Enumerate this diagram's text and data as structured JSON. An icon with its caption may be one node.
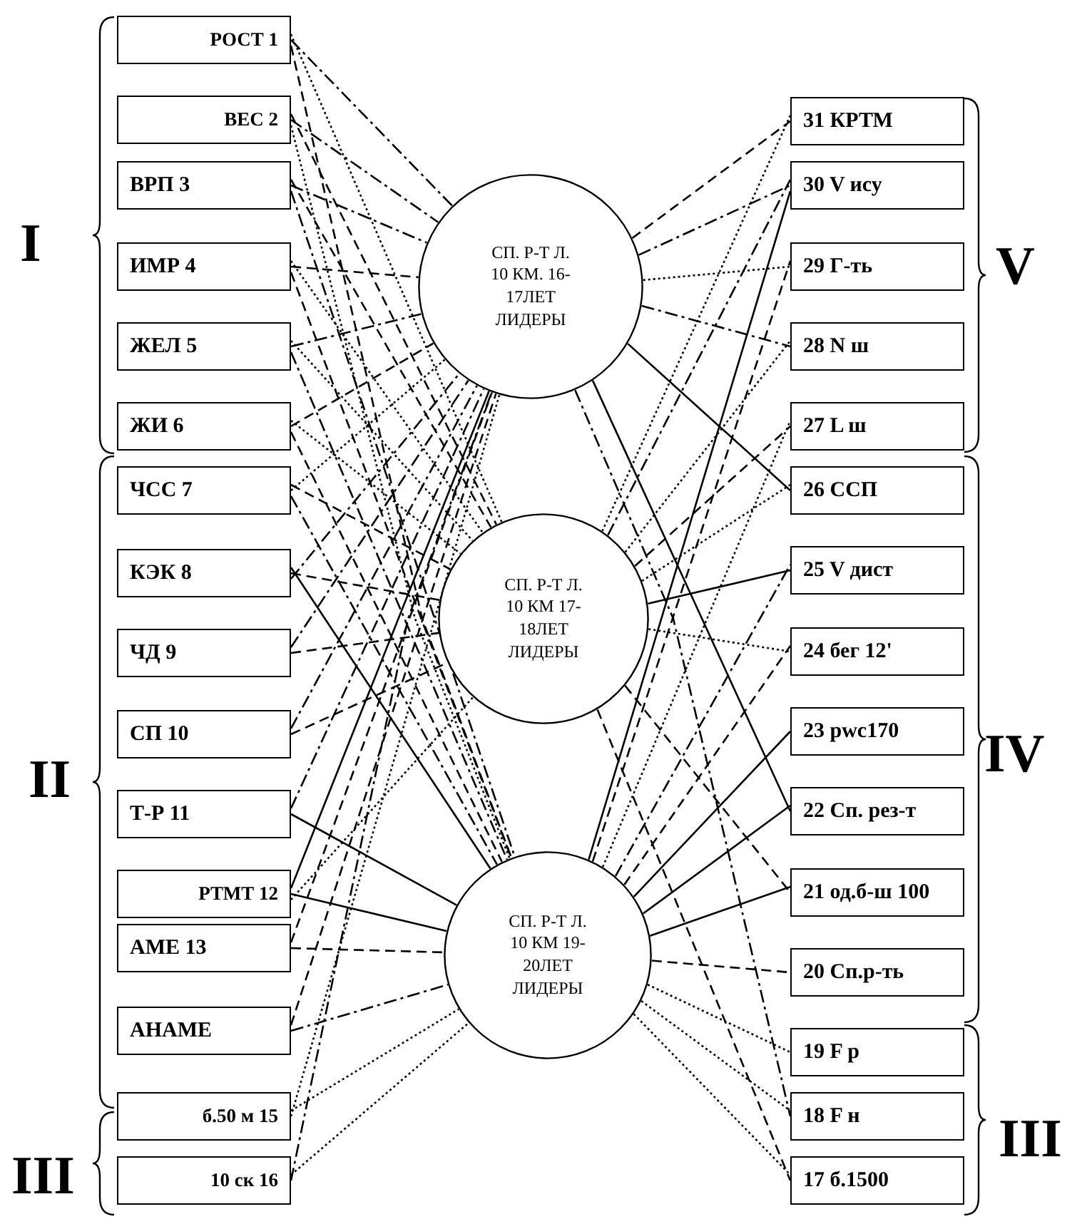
{
  "diagram": {
    "nodes": [
      {
        "text": [
          "РОСТ 1"
        ]
      },
      {
        "text": [
          "ВЕС 2"
        ]
      },
      {
        "text": [
          "ВРП 3"
        ]
      },
      {
        "text": [
          "ИМР 4"
        ]
      },
      {
        "text": [
          "ЖЕЛ 5"
        ]
      },
      {
        "text": [
          "ЖИ 6"
        ]
      },
      {
        "text": [
          "ЧСС 7"
        ]
      },
      {
        "text": [
          "КЭК 8"
        ]
      },
      {
        "text": [
          "ЧД 9"
        ]
      },
      {
        "text": [
          "СП 10"
        ]
      },
      {
        "text": [
          "Т-Р 11"
        ]
      },
      {
        "text": [
          "РТМТ 12"
        ]
      },
      {
        "text": [
          "АМЕ 13"
        ]
      },
      {
        "text": [
          "АНАМЕ"
        ]
      },
      {
        "text": [
          "б.50 м 15"
        ]
      },
      {
        "text": [
          "10 ск 16"
        ]
      },
      {
        "text": [
          "31 КРТМ"
        ]
      },
      {
        "text": [
          "30 V ису"
        ]
      },
      {
        "text": [
          "29 Г-ть"
        ]
      },
      {
        "text": [
          "28 N ш"
        ]
      },
      {
        "text": [
          "27 L ш"
        ]
      },
      {
        "text": [
          "26 ССП"
        ]
      },
      {
        "text": [
          "25 V дист"
        ]
      },
      {
        "text": [
          "24 бег 12'"
        ]
      },
      {
        "text": [
          "23 pwc170"
        ]
      },
      {
        "text": [
          "22 Сп. рез-т"
        ]
      },
      {
        "text": [
          "21 од.б-ш 100"
        ]
      },
      {
        "text": [
          "20 Сп.р-ть"
        ]
      },
      {
        "text": [
          "19 F р"
        ]
      },
      {
        "text": [
          "18 F н"
        ]
      },
      {
        "text": [
          "17 б.1500"
        ]
      },
      {
        "text": [
          "СП. Р-Т Л. 10 КМ. 16-17ЛЕТ ЛИДЕРЫ"
        ]
      },
      {
        "text": [
          "СП. Р-Т Л. 10 КМ 17-18ЛЕТ ЛИДЕРЫ"
        ]
      },
      {
        "text": [
          "СП. Р-Т Л. 10 КМ 19-20ЛЕТ ЛИДЕРЫ"
        ]
      }
    ],
    "edges": [
      {
        "from": 0,
        "to": 31,
        "arrow": "none",
        "style": "dashed"
      },
      {
        "from": 0,
        "to": 32,
        "arrow": "none",
        "style": "dashed"
      },
      {
        "from": 0,
        "to": 33,
        "arrow": "none",
        "style": "dashed"
      },
      {
        "from": 1,
        "to": 31,
        "arrow": "none",
        "style": "dashed"
      },
      {
        "from": 1,
        "to": 32,
        "arrow": "none",
        "style": "dashed"
      },
      {
        "from": 1,
        "to": 33,
        "arrow": "none",
        "style": "dashed"
      },
      {
        "from": 2,
        "to": 31,
        "arrow": "none",
        "style": "dashed"
      },
      {
        "from": 2,
        "to": 32,
        "arrow": "none",
        "style": "dashed"
      },
      {
        "from": 2,
        "to": 33,
        "arrow": "none",
        "style": "dashed"
      },
      {
        "from": 3,
        "to": 31,
        "arrow": "none",
        "style": "dashed"
      },
      {
        "from": 3,
        "to": 32,
        "arrow": "none",
        "style": "dashed"
      },
      {
        "from": 3,
        "to": 33,
        "arrow": "none",
        "style": "dashed"
      },
      {
        "from": 4,
        "to": 31,
        "arrow": "none",
        "style": "dashed"
      },
      {
        "from": 4,
        "to": 32,
        "arrow": "none",
        "style": "dashed"
      },
      {
        "from": 4,
        "to": 33,
        "arrow": "none",
        "style": "dashed"
      },
      {
        "from": 5,
        "to": 31,
        "arrow": "none",
        "style": "dashed"
      },
      {
        "from": 5,
        "to": 32,
        "arrow": "none",
        "style": "dashed"
      },
      {
        "from": 5,
        "to": 33,
        "arrow": "none",
        "style": "dashed"
      },
      {
        "from": 6,
        "to": 31,
        "arrow": "none",
        "style": "dashed"
      },
      {
        "from": 6,
        "to": 32,
        "arrow": "none",
        "style": "dashed"
      },
      {
        "from": 6,
        "to": 33,
        "arrow": "none",
        "style": "dashed"
      },
      {
        "from": 7,
        "to": 32,
        "arrow": "none",
        "style": "dashed"
      },
      {
        "from": 7,
        "to": 33,
        "arrow": "none"
      },
      {
        "from": 7,
        "to": 31,
        "arrow": "none",
        "style": "dashed"
      },
      {
        "from": 8,
        "to": 32,
        "arrow": "none",
        "style": "dashed"
      },
      {
        "from": 8,
        "to": 31,
        "arrow": "none",
        "style": "dashed"
      },
      {
        "from": 9,
        "to": 32,
        "arrow": "none",
        "style": "dashed"
      },
      {
        "from": 9,
        "to": 31,
        "arrow": "none",
        "style": "dashed"
      },
      {
        "from": 10,
        "to": 33,
        "arrow": "none"
      },
      {
        "from": 10,
        "to": 31,
        "arrow": "none",
        "style": "dashed"
      },
      {
        "from": 11,
        "to": 33,
        "arrow": "none"
      },
      {
        "from": 11,
        "to": 31,
        "arrow": "none"
      },
      {
        "from": 11,
        "to": 32,
        "arrow": "none",
        "style": "dashed"
      },
      {
        "from": 12,
        "to": 33,
        "arrow": "none",
        "style": "dashed"
      },
      {
        "from": 12,
        "to": 31,
        "arrow": "none",
        "style": "dashed"
      },
      {
        "from": 13,
        "to": 33,
        "arrow": "none",
        "style": "dashed"
      },
      {
        "from": 13,
        "to": 31,
        "arrow": "none",
        "style": "dashed"
      },
      {
        "from": 14,
        "to": 31,
        "arrow": "none",
        "style": "dashed"
      },
      {
        "from": 14,
        "to": 33,
        "arrow": "none",
        "style": "dashed"
      },
      {
        "from": 15,
        "to": 31,
        "arrow": "none",
        "style": "dashed"
      },
      {
        "from": 15,
        "to": 33,
        "arrow": "none",
        "style": "dashed"
      },
      {
        "from": 31,
        "to": 16,
        "arrow": "none",
        "style": "dashed"
      },
      {
        "from": 31,
        "to": 17,
        "arrow": "none",
        "style": "dashed"
      },
      {
        "from": 31,
        "to": 18,
        "arrow": "none",
        "style": "dashed"
      },
      {
        "from": 31,
        "to": 19,
        "arrow": "none",
        "style": "dashed"
      },
      {
        "from": 31,
        "to": 21,
        "arrow": "none"
      },
      {
        "from": 31,
        "to": 25,
        "arrow": "none"
      },
      {
        "from": 31,
        "to": 29,
        "arrow": "none",
        "style": "dashed"
      },
      {
        "from": 32,
        "to": 16,
        "arrow": "none",
        "style": "dashed"
      },
      {
        "from": 32,
        "to": 17,
        "arrow": "none",
        "style": "dashed"
      },
      {
        "from": 32,
        "to": 19,
        "arrow": "none",
        "style": "dashed"
      },
      {
        "from": 32,
        "to": 20,
        "arrow": "none",
        "style": "dashed"
      },
      {
        "from": 32,
        "to": 21,
        "arrow": "none",
        "style": "dashed"
      },
      {
        "from": 32,
        "to": 22,
        "arrow": "none"
      },
      {
        "from": 32,
        "to": 23,
        "arrow": "none",
        "style": "dashed"
      },
      {
        "from": 32,
        "to": 26,
        "arrow": "none",
        "style": "dashed"
      },
      {
        "from": 32,
        "to": 30,
        "arrow": "none",
        "style": "dashed"
      },
      {
        "from": 33,
        "to": 17,
        "arrow": "none"
      },
      {
        "from": 33,
        "to": 18,
        "arrow": "none",
        "style": "dashed"
      },
      {
        "from": 33,
        "to": 20,
        "arrow": "none",
        "style": "dashed"
      },
      {
        "from": 33,
        "to": 22,
        "arrow": "none",
        "style": "dashed"
      },
      {
        "from": 33,
        "to": 23,
        "arrow": "none",
        "style": "dashed"
      },
      {
        "from": 33,
        "to": 24,
        "arrow": "none"
      },
      {
        "from": 33,
        "to": 25,
        "arrow": "none"
      },
      {
        "from": 33,
        "to": 26,
        "arrow": "none"
      },
      {
        "from": 33,
        "to": 27,
        "arrow": "none",
        "style": "dashed"
      },
      {
        "from": 33,
        "to": 28,
        "arrow": "none",
        "style": "dashed"
      },
      {
        "from": 33,
        "to": 29,
        "arrow": "none",
        "style": "dashed"
      },
      {
        "from": 33,
        "to": 30,
        "arrow": "none",
        "style": "dashed"
      }
    ],
    "labels": [
      "I",
      "V",
      "IV",
      "II",
      "III",
      "III"
    ]
  }
}
